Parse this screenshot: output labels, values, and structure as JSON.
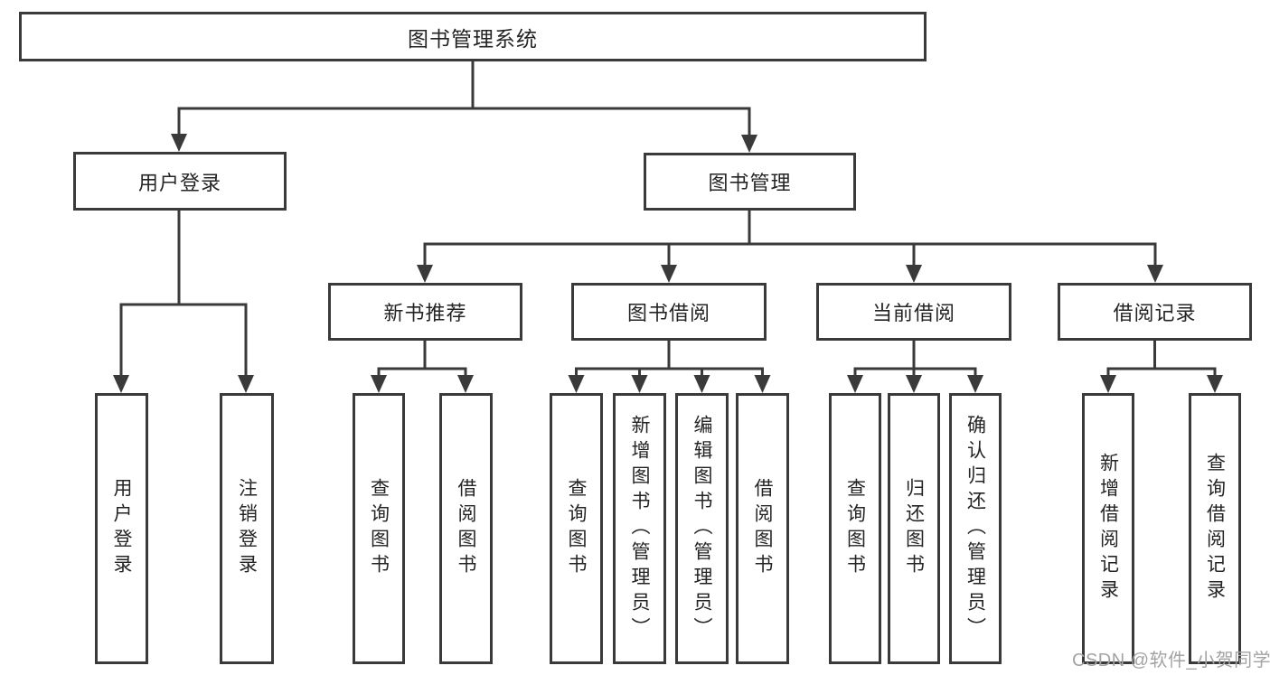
{
  "tree": {
    "root": {
      "label": "图书管理系统"
    },
    "user_login": {
      "label": "用户登录",
      "children": {
        "login": "用户登录",
        "logout": "注销登录"
      }
    },
    "book_management": {
      "label": "图书管理",
      "sections": {
        "new_book_recommend": {
          "label": "新书推荐",
          "children": {
            "query": "查询图书",
            "borrow": "借阅图书"
          }
        },
        "book_borrowing": {
          "label": "图书借阅",
          "children": {
            "query": "查询图书",
            "add": "新增图书（管理员）",
            "edit": "编辑图书（管理员）",
            "borrow": "借阅图书"
          }
        },
        "current_borrowing": {
          "label": "当前借阅",
          "children": {
            "query": "查询图书",
            "return": "归还图书",
            "confirm_return": "确认归还（管理员）"
          }
        },
        "borrowing_records": {
          "label": "借阅记录",
          "children": {
            "add_record": "新增借阅记录",
            "query_record": "查询借阅记录"
          }
        }
      }
    }
  },
  "watermark": "CSDN @软件_小贺同学",
  "colors": {
    "line": "#3a3a3a",
    "text": "#242424",
    "watermark": "#a3a3a3",
    "background": "#ffffff"
  }
}
